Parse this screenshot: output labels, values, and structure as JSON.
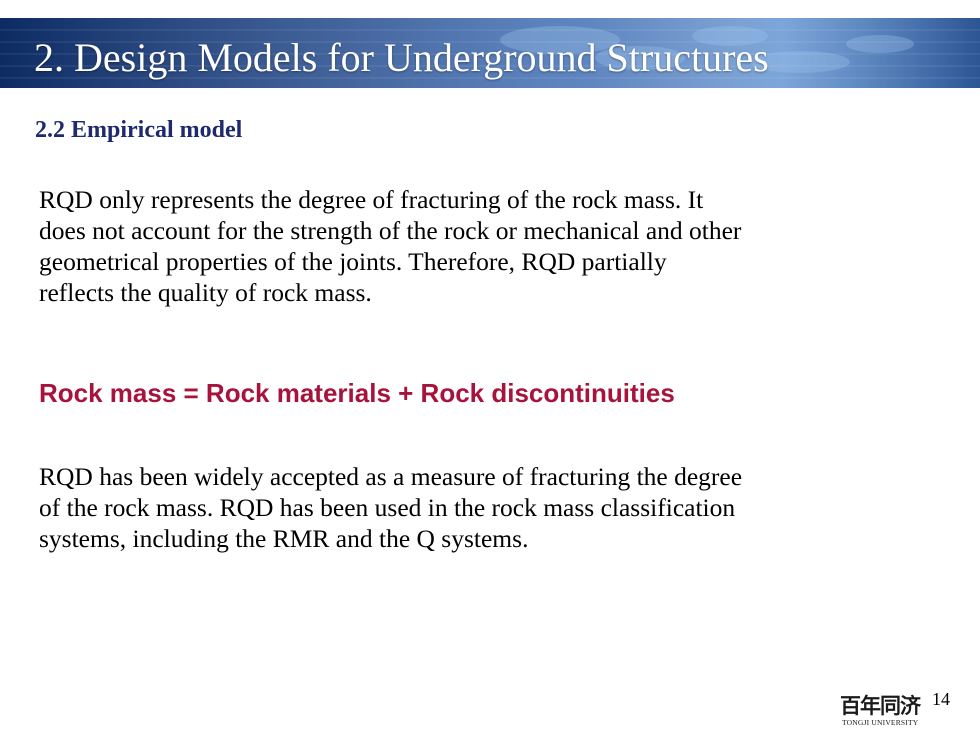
{
  "header": {
    "title": "2. Design Models for Underground Structures"
  },
  "section": {
    "heading": "2.2 Empirical model"
  },
  "paragraph_1": {
    "lines": [
      "RQD only represents the degree of fracturing of the rock mass.  It",
      "does not account for the strength of the rock or mechanical and other",
      "geometrical properties of the joints.  Therefore, RQD partially",
      "reflects the quality of rock mass."
    ]
  },
  "formula": {
    "text": "Rock mass = Rock materials + Rock discontinuities",
    "color": "#a8133b"
  },
  "paragraph_2": {
    "lines": [
      "RQD has been widely accepted as a measure of fracturing the degree",
      "of the rock mass.  RQD has been used in the rock mass classification",
      "systems, including the RMR and the Q systems."
    ]
  },
  "footer": {
    "logo_cn": "百年同济",
    "logo_en": "TONGJI UNIVERSITY",
    "page_number": "14"
  },
  "colors": {
    "header_dark": "#0d2b63",
    "header_light": "#5b8fd0",
    "heading": "#1e2a6e"
  }
}
